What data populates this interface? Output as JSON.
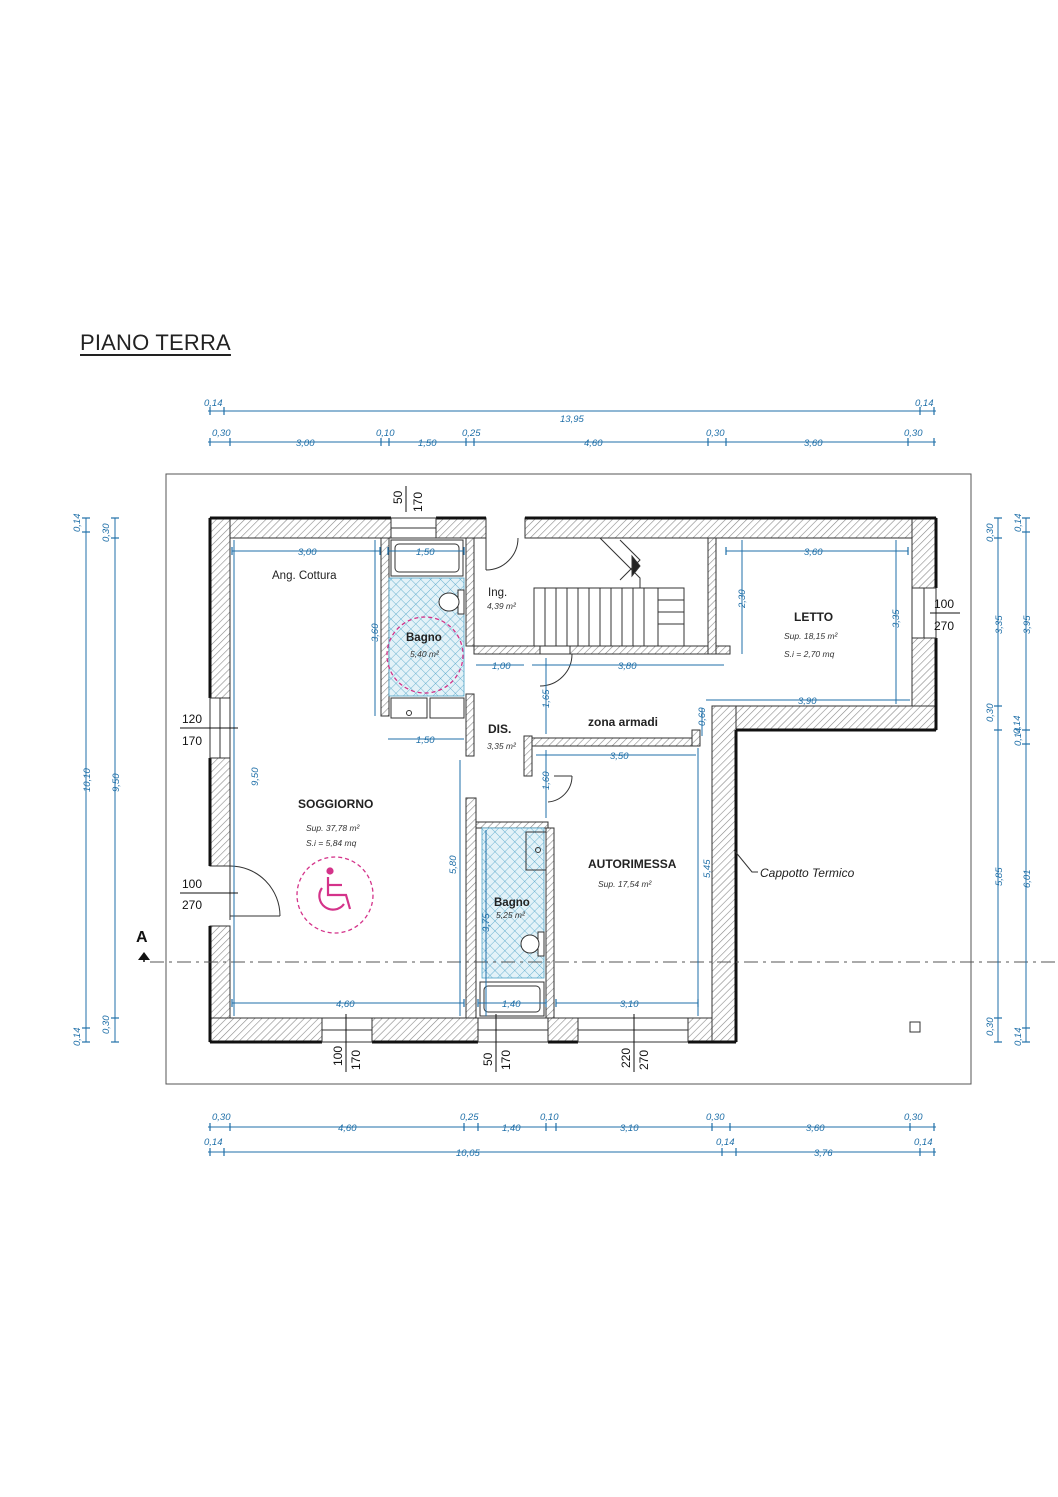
{
  "page": {
    "title": "PIANO TERRA"
  },
  "rooms": {
    "ang_cottura": {
      "name": "Ang. Cottura"
    },
    "bagno1": {
      "name": "Bagno",
      "area": "5,40 m²"
    },
    "ingresso": {
      "name": "Ing.",
      "area": "4,39 m²"
    },
    "letto": {
      "name": "LETTO",
      "sup": "Sup. 18,15 m²",
      "si": "S.i = 2,70 mq"
    },
    "dis": {
      "name": "DIS.",
      "area": "3,35 m²"
    },
    "zona_armadi": {
      "name": "zona armadi"
    },
    "soggiorno": {
      "name": "SOGGIORNO",
      "sup": "Sup. 37,78 m²",
      "si": "S.i = 5,84 mq"
    },
    "bagno2": {
      "name": "Bagno",
      "area": "5,25 m²"
    },
    "autorimessa": {
      "name": "AUTORIMESSA",
      "sup": "Sup. 17,54 m²"
    }
  },
  "annotations": {
    "cappotto": "Cappotto Termico",
    "section_marker": "A"
  },
  "openings": {
    "top_window": {
      "w": "50",
      "h": "170"
    },
    "right_window": {
      "w": "100",
      "h": "270"
    },
    "left_window": {
      "w": "120",
      "h": "170"
    },
    "left_door": {
      "w": "100",
      "h": "270"
    },
    "bottom_window1": {
      "w": "100",
      "h": "170"
    },
    "bottom_window2": {
      "w": "50",
      "h": "170"
    },
    "bottom_door": {
      "w": "220",
      "h": "270"
    }
  },
  "dimensions": {
    "top_row1": {
      "left": "0,14",
      "total": "13,95",
      "right": "0,14"
    },
    "top_row2": [
      "0,30",
      "3,00",
      "0,10",
      "1,50",
      "0,25",
      "4,60",
      "0,30",
      "3,60",
      "0,30"
    ],
    "bottom_row1": [
      "0,30",
      "4,60",
      "0,25",
      "1,40",
      "0,10",
      "3,10",
      "0,30",
      "3,60",
      "0,30"
    ],
    "bottom_row2": [
      "0,14",
      "10,05",
      "0,14",
      "3,76",
      "0,14"
    ],
    "left_outer": [
      "0,14",
      "10,10",
      "0,14"
    ],
    "left_inner": [
      "0,30",
      "9,50",
      "0,30"
    ],
    "right_inner": [
      "0,30",
      "3,35",
      "0,30",
      "0,14",
      "5,85",
      "0,30"
    ],
    "right_outer": [
      "0,14",
      "3,95",
      "0,14",
      "6,01",
      "0,14"
    ],
    "interior": {
      "ang_cottura_w": "3,00",
      "bagno1_w": "1,50",
      "bagno1_h": "3,60",
      "bagno1_bottom_w": "1,50",
      "letto_w": "3,60",
      "letto_h": "3,35",
      "stair_h": "2,30",
      "dis_w1": "1,00",
      "dis_w2": "3,80",
      "letto_bottom_w": "3,90",
      "dis_h1": "1,65",
      "zona_h": "0,60",
      "zona_w": "3,50",
      "dis_h2": "1,60",
      "soggiorno_h": "9,50",
      "soggiorno_inner_h": "5,80",
      "autorimessa_h": "5,45",
      "bagno2_h": "3,75",
      "soggiorno_w": "4,60",
      "bagno2_w": "1,40",
      "autorimessa_w": "3,10"
    }
  },
  "colors": {
    "wall_hatch": "#9a9a9a",
    "dimension_blue": "#1f6fa8",
    "bathroom_tile": "#4fa3c7",
    "accessibility_magenta": "#d4338a"
  },
  "icons": [
    "wheelchair-icon",
    "toilet-icon",
    "bathtub-icon",
    "shower-icon",
    "sink-icon",
    "stair-icon"
  ]
}
